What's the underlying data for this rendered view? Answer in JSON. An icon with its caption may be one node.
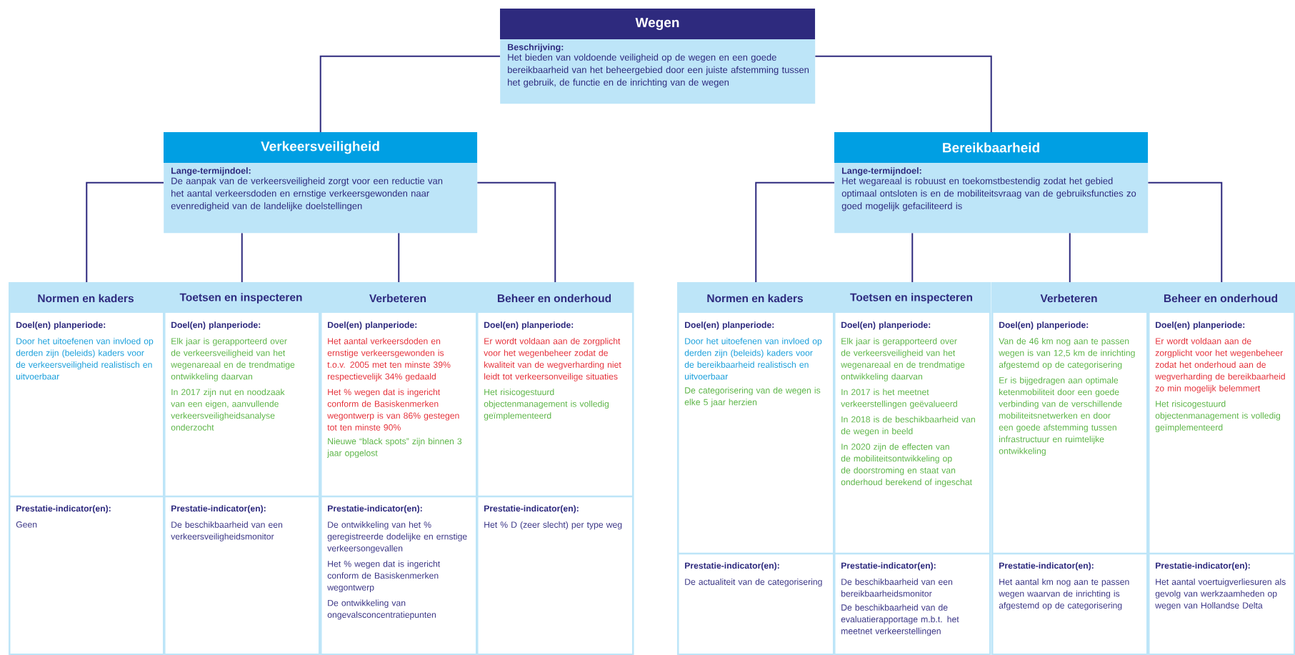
{
  "diagram": {
    "nodes": [
      {
        "text": [
          "Wegen",
          "Beschrijving:",
          "Het bieden van voldoende veiligheid op de wegen en een goede bereikbaarheid van het beheergebied door een juiste afstemming tussen het gebruik, de functie en de inrichting van de wegen"
        ]
      },
      {
        "text": [
          "Verkeersveiligheid",
          "Lange-termijndoel:",
          "De aanpak van de verkeersveiligheid zorgt voor een reductie van het aantal verkeersdoden en ernstige verkeersgewonden naar evenredigheid van de landelijke doelstellingen"
        ]
      },
      {
        "text": [
          "Bereikbaarheid",
          "Lange-termijndoel:",
          "Het wegareaal is robuust en toekomstbestendig zodat het gebied optimaal ontsloten is en de mobiliteitsvraag van de gebruiksfuncties zo goed mogelijk gefaciliteerd is"
        ]
      },
      {
        "text": [
          "Normen en kaders",
          "Doel(en) planperiode:",
          "Door het uitoefenen van invloed op derden zijn (beleids) kaders voor de verkeersveiligheid realistisch en uitvoerbaar",
          "Prestatie-indicator(en):",
          "Geen"
        ]
      },
      {
        "text": [
          "Toetsen en inspecteren",
          "Doel(en) planperiode:",
          "Elk jaar is gerapporteerd over de verkeersveiligheid van het wegenareaal en de trendmatige ontwikkeling daarvan",
          "In 2017 zijn nut en noodzaak van een eigen, aanvullende verkeersveiligheidsanalyse onderzocht",
          "Prestatie-indicator(en):",
          "De beschikbaarheid van een verkeersveiligheidsmonitor"
        ]
      },
      {
        "text": [
          "Verbeteren",
          "Doel(en) planperiode:",
          "Het aantal verkeersdoden en ernstige verkeersgewonden is t.o.v. 2005 met ten minste 39% respectievelijk 34% gedaald",
          "Het % wegen dat is ingericht conform de Basiskenmerken wegontwerp is van 86% gestegen tot ten minste 90%",
          "Nieuwe “black spots” zijn binnen 3 jaar opgelost",
          "Prestatie-indicator(en):",
          "De ontwikkeling van het % geregistreerde dodelijke en ernstige verkeersongevallen",
          "Het % wegen dat is ingericht conform de Basiskenmerken wegontwerp",
          "De ontwikkeling van ongevalsconcentratiepunten"
        ]
      },
      {
        "text": [
          "Beheer en onderhoud",
          "Doel(en) planperiode:",
          "Er wordt voldaan aan de zorgplicht voor het wegenbeheer zodat de kwaliteit van de wegverharding niet leidt tot verkeersonveilige situaties",
          "Het risicogestuurd objectenmanagement is volledig geïmplementeerd",
          "Prestatie-indicator(en):",
          "Het % D (zeer slecht) per type weg"
        ]
      },
      {
        "text": [
          "Normen en kaders",
          "Doel(en) planperiode:",
          "Door het uitoefenen van invloed op derden zijn (beleids) kaders voor de bereikbaarheid realistisch en uitvoerbaar",
          "De categorisering van de wegen is elke 5 jaar herzien",
          "Prestatie-indicator(en):",
          "De actualiteit van de categorisering"
        ]
      },
      {
        "text": [
          "Toetsen en inspecteren",
          "Doel(en) planperiode:",
          "Elk jaar is gerapporteerd over de verkeersveiligheid van het wegenareaal en de trendmatige ontwikkeling daarvan",
          "In 2017 is het meetnet verkeerstellingen geëvalueerd",
          "In 2018 is de beschikbaarheid van de wegen in beeld",
          "In 2020 zijn de effecten van de mobiliteitsontwikkeling op de doorstroming en staat van onderhoud berekend of ingeschat",
          "Prestatie-indicator(en):",
          "De beschikbaarheid van een bereikbaarheidsmonitor",
          "De beschikbaarheid van de evaluatierapportage m.b.t. het meetnet verkeerstellingen"
        ]
      },
      {
        "text": [
          "Verbeteren",
          "Doel(en) planperiode:",
          "Van de 46 km nog aan te passen wegen is van 12,5 km de inrichting afgestemd op de categorisering",
          "Er is bijgedragen aan optimale ketenmobiliteit door een goede verbinding van de verschillende mobiliteitsnetwerken en door een goede afstemming tussen infrastructuur en ruimtelijke ontwikkeling",
          "Prestatie-indicator(en):",
          "Het aantal km nog aan te passen wegen waarvan de inrichting is afgestemd op de categorisering"
        ]
      },
      {
        "text": [
          "Beheer en onderhoud",
          "Doel(en) planperiode:",
          "Er wordt voldaan aan de zorgplicht voor het wegenbeheer zodat het onderhoud aan de wegverharding de bereikbaarheid zo min mogelijk belemmert",
          "Het risicogestuurd objectenmanagement is volledig geïmplementeerd",
          "Prestatie-indicator(en):",
          "Het aantal voertuigverliesuren als gevolg van werkzaamheden op wegen van Hollandse Delta"
        ]
      }
    ],
    "edges": [
      {
        "from": 0,
        "to": 1,
        "arrow": "none"
      },
      {
        "from": 0,
        "to": 2,
        "arrow": "none"
      },
      {
        "from": 1,
        "to": 3,
        "arrow": "none"
      },
      {
        "from": 1,
        "to": 4,
        "arrow": "none"
      },
      {
        "from": 1,
        "to": 5,
        "arrow": "none"
      },
      {
        "from": 1,
        "to": 6,
        "arrow": "none"
      },
      {
        "from": 2,
        "to": 7,
        "arrow": "none"
      },
      {
        "from": 2,
        "to": 8,
        "arrow": "none"
      },
      {
        "from": 2,
        "to": 9,
        "arrow": "none"
      },
      {
        "from": 2,
        "to": 10,
        "arrow": "none"
      }
    ]
  }
}
